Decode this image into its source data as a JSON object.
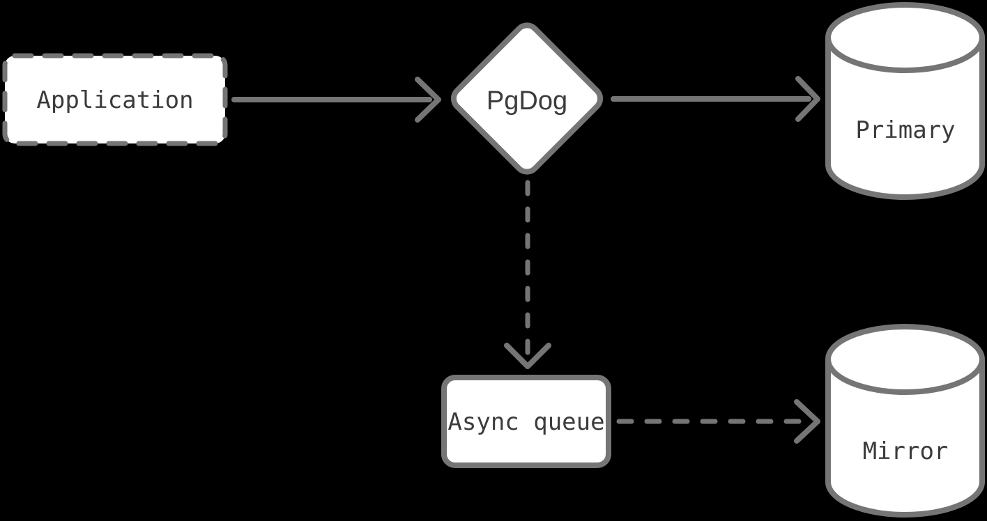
{
  "diagram": {
    "title": "PgDog replication architecture diagram",
    "colors": {
      "background": "#000000",
      "shape_fill": "#ffffff",
      "line_stroke": "#757575",
      "label_text": "#3b3b3b"
    },
    "nodes": [
      {
        "id": "application",
        "label": "Application",
        "shape": "rounded-rect",
        "border": "dashed"
      },
      {
        "id": "pgdog",
        "label": "PgDog",
        "shape": "diamond",
        "border": "solid"
      },
      {
        "id": "primary",
        "label": "Primary",
        "shape": "cylinder",
        "border": "solid"
      },
      {
        "id": "async-queue",
        "label": "Async queue",
        "shape": "rounded-rect",
        "border": "solid"
      },
      {
        "id": "mirror",
        "label": "Mirror",
        "shape": "cylinder",
        "border": "solid"
      }
    ],
    "edges": [
      {
        "from": "application",
        "to": "pgdog",
        "style": "solid",
        "direction": "right"
      },
      {
        "from": "pgdog",
        "to": "primary",
        "style": "solid",
        "direction": "right"
      },
      {
        "from": "pgdog",
        "to": "async-queue",
        "style": "dashed",
        "direction": "down"
      },
      {
        "from": "async-queue",
        "to": "mirror",
        "style": "dashed",
        "direction": "right"
      }
    ]
  }
}
